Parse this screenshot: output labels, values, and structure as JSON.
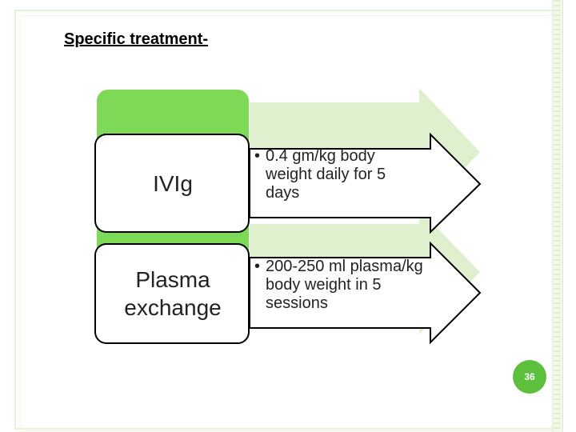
{
  "slide": {
    "title": "Specific treatment-",
    "page_number": "36"
  },
  "treatments": [
    {
      "name": "IVIg",
      "details": [
        "0.4 gm/kg body weight daily for 5 days"
      ]
    },
    {
      "name": "Plasma exchange",
      "details": [
        "200-250 ml plasma/kg body weight in 5 sessions"
      ]
    }
  ],
  "colors": {
    "accent_green": "#7ed957",
    "light_green": "#dff0cf",
    "badge_green": "#5cc03d"
  }
}
